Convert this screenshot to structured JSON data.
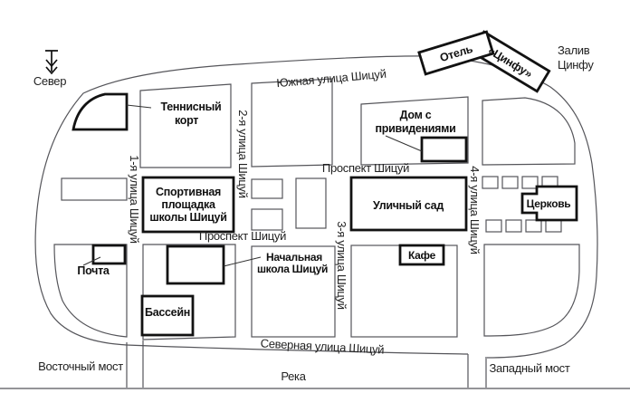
{
  "compass": {
    "label": "Север"
  },
  "bay": {
    "line1": "Залив",
    "line2": "Цинфу"
  },
  "streets": {
    "south": "Южная улица Шицуй",
    "north": "Северная улица Шицуй",
    "avenue_upper": "Проспект Шицуй",
    "avenue_lower": "Проспект Шицуй",
    "s1": "1-я улица Шицуй",
    "s2": "2-я улица Шицуй",
    "s3": "3-я улица Шицуй",
    "s4": "4-я улица Шицуй"
  },
  "buildings": {
    "hotel_word1": "Отель",
    "hotel_word2": "«Цинфу»",
    "tennis_line1": "Теннисный",
    "tennis_line2": "корт",
    "haunted_line1": "Дом с",
    "haunted_line2": "привидениями",
    "sports_line1": "Спортивная",
    "sports_line2": "площадка",
    "sports_line3": "школы Шицуй",
    "garden": "Уличный сад",
    "church": "Церковь",
    "post": "Почта",
    "school_line1": "Начальная",
    "school_line2": "школа Шицуй",
    "cafe": "Кафе",
    "pool": "Бассейн"
  },
  "landmarks": {
    "east_bridge": "Восточный мост",
    "west_bridge": "Западный мост",
    "river": "Река"
  },
  "colors": {
    "ink": "#111111",
    "road": "#55555a",
    "background": "#ffffff"
  }
}
